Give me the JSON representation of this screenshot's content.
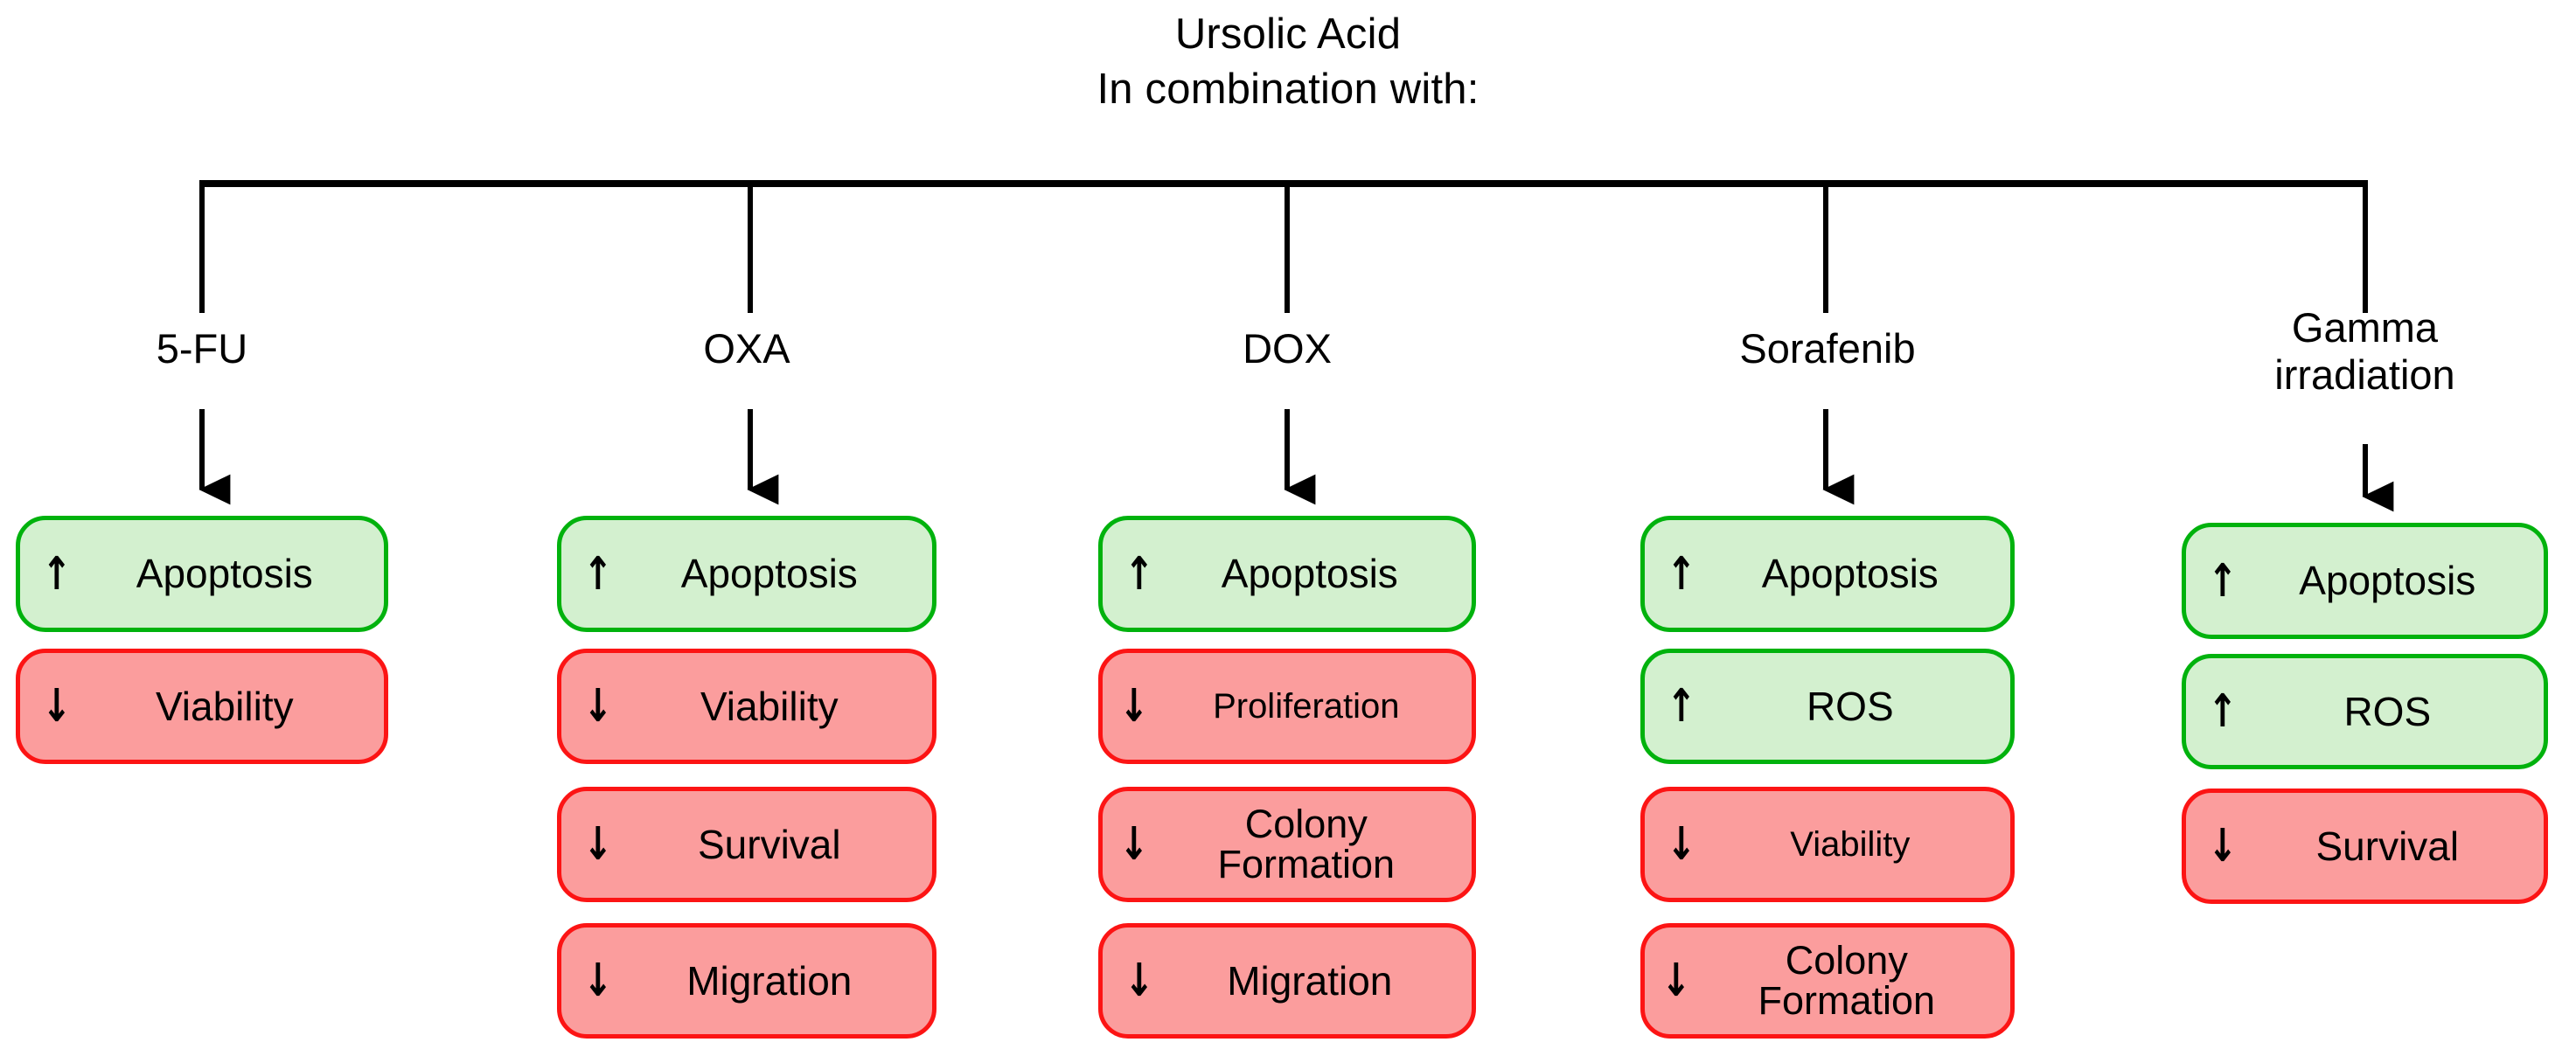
{
  "title": {
    "line1": "Ursolic Acid",
    "line2": "In combination with:"
  },
  "colors": {
    "green_fill": "#d3f0cf",
    "green_border": "#00b20d",
    "red_fill": "#fb9d9d",
    "red_border": "#fc1414",
    "line": "#000000",
    "background": "#ffffff"
  },
  "arrows": {
    "up": "↑",
    "down": "↓"
  },
  "columns": [
    {
      "label_lines": [
        "5-FU"
      ],
      "effects": [
        {
          "direction": "up",
          "text": "Apoptosis",
          "color": "green"
        },
        {
          "direction": "down",
          "text": "Viability",
          "color": "red"
        }
      ]
    },
    {
      "label_lines": [
        "OXA"
      ],
      "effects": [
        {
          "direction": "up",
          "text": "Apoptosis",
          "color": "green"
        },
        {
          "direction": "down",
          "text": "Viability",
          "color": "red"
        },
        {
          "direction": "down",
          "text": "Survival",
          "color": "red"
        },
        {
          "direction": "down",
          "text": "Migration",
          "color": "red"
        }
      ]
    },
    {
      "label_lines": [
        "DOX"
      ],
      "effects": [
        {
          "direction": "up",
          "text": "Apoptosis",
          "color": "green"
        },
        {
          "direction": "down",
          "text": "Proliferation",
          "color": "red"
        },
        {
          "direction": "down",
          "text": "Colony\nFormation",
          "color": "red"
        },
        {
          "direction": "down",
          "text": "Migration",
          "color": "red"
        }
      ]
    },
    {
      "label_lines": [
        "Sorafenib"
      ],
      "effects": [
        {
          "direction": "up",
          "text": "Apoptosis",
          "color": "green"
        },
        {
          "direction": "up",
          "text": "ROS",
          "color": "green"
        },
        {
          "direction": "down",
          "text": "Viability",
          "color": "red"
        },
        {
          "direction": "down",
          "text": "Colony\nFormation",
          "color": "red"
        }
      ]
    },
    {
      "label_lines": [
        "Gamma",
        "irradiation"
      ],
      "effects": [
        {
          "direction": "up",
          "text": "Apoptosis",
          "color": "green"
        },
        {
          "direction": "up",
          "text": "ROS",
          "color": "green"
        },
        {
          "direction": "down",
          "text": "Survival",
          "color": "red"
        }
      ]
    }
  ]
}
